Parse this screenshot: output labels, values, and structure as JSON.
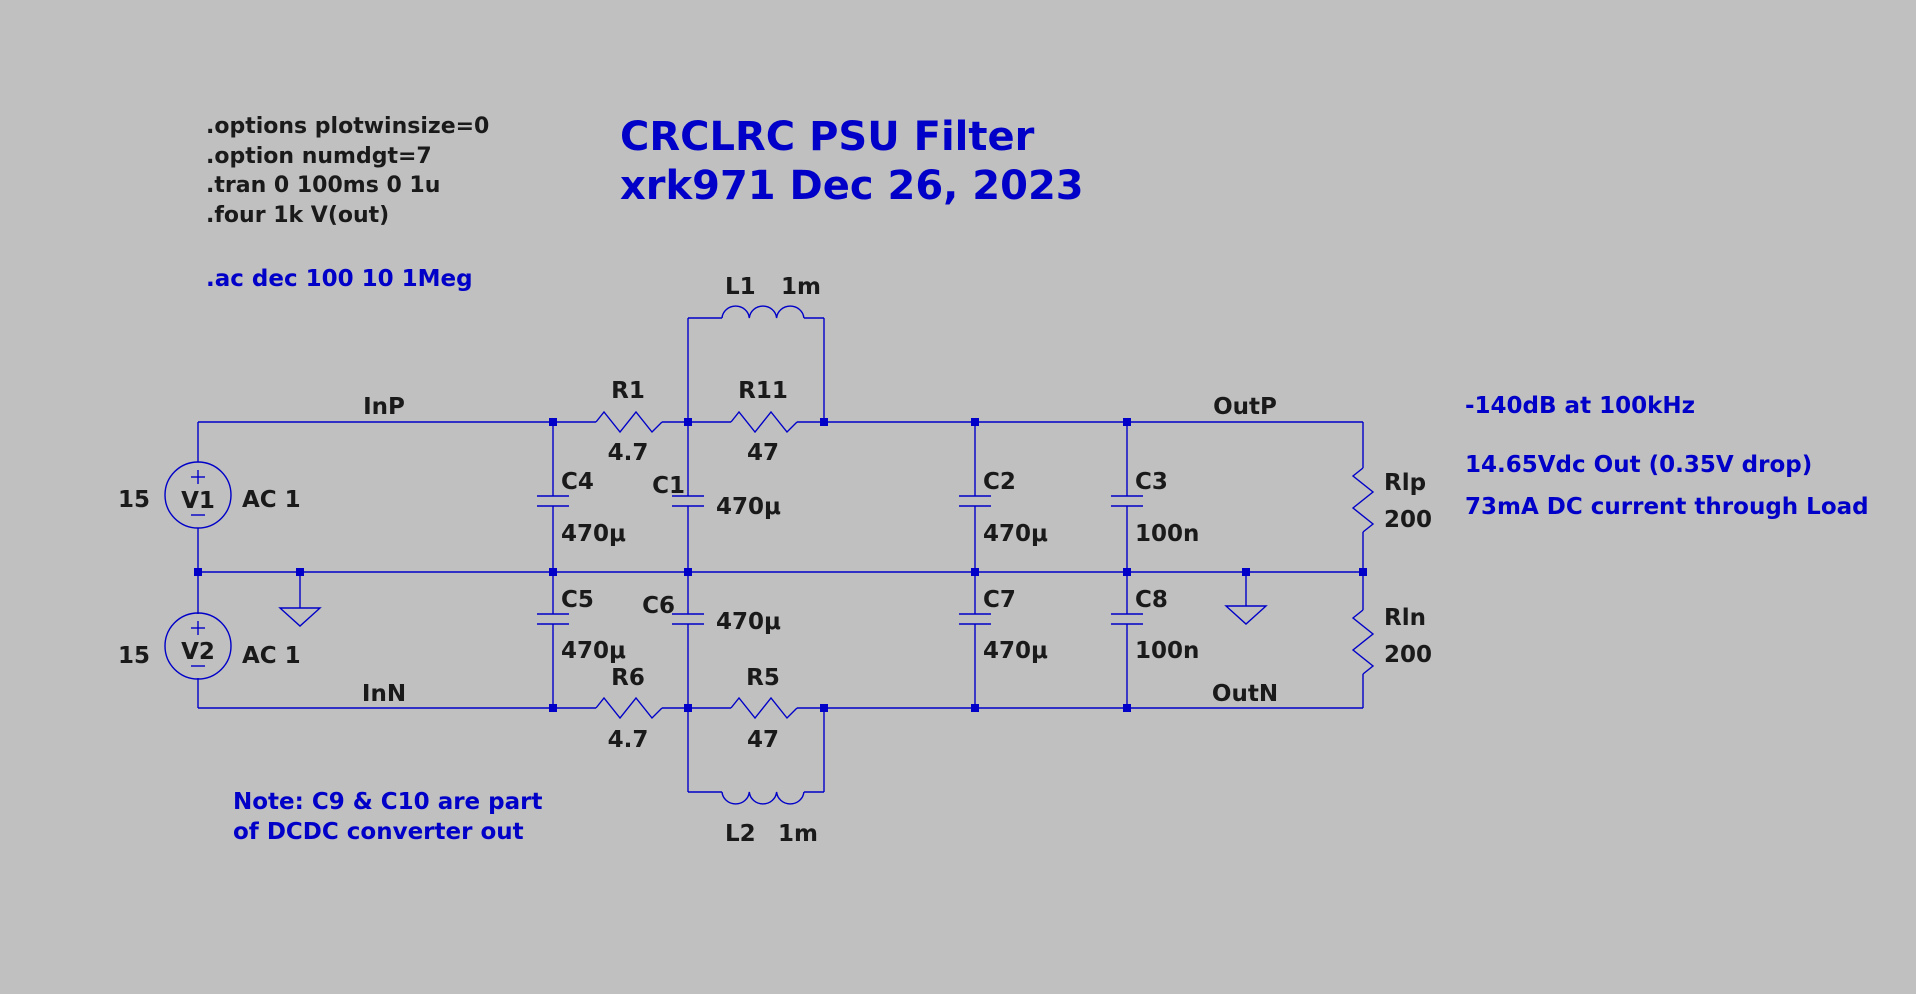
{
  "title": {
    "line1": "CRCLRC PSU Filter",
    "line2": "xrk971  Dec 26, 2023"
  },
  "directives": [
    ".options plotwinsize=0",
    ".option numdgt=7",
    ".tran 0 100ms 0 1u",
    ".four 1k V(out)"
  ],
  "ac_directive": ".ac dec 100 10 1Meg",
  "notes": {
    "attenuation": "-140dB at 100kHz",
    "vout": "14.65Vdc Out (0.35V drop)",
    "current": "73mA DC current through Load",
    "note_line1": "Note: C9 & C10 are part",
    "note_line2": "of DCDC converter out"
  },
  "nets": {
    "inp": "InP",
    "inn": "InN",
    "outp": "OutP",
    "outn": "OutN"
  },
  "components": {
    "v1": {
      "name": "V1",
      "value": "15",
      "ac": "AC 1"
    },
    "v2": {
      "name": "V2",
      "value": "15",
      "ac": "AC 1"
    },
    "r1": {
      "name": "R1",
      "value": "4.7"
    },
    "r11": {
      "name": "R11",
      "value": "47"
    },
    "r6": {
      "name": "R6",
      "value": "4.7"
    },
    "r5": {
      "name": "R5",
      "value": "47"
    },
    "l1": {
      "name": "L1",
      "value": "1m"
    },
    "l2": {
      "name": "L2",
      "value": "1m"
    },
    "c4": {
      "name": "C4",
      "value": "470μ"
    },
    "c1": {
      "name": "C1",
      "value": "470μ"
    },
    "c2": {
      "name": "C2",
      "value": "470μ"
    },
    "c3": {
      "name": "C3",
      "value": "100n"
    },
    "c5": {
      "name": "C5",
      "value": "470μ"
    },
    "c6": {
      "name": "C6",
      "value": "470μ"
    },
    "c7": {
      "name": "C7",
      "value": "470μ"
    },
    "c8": {
      "name": "C8",
      "value": "100n"
    },
    "rlp": {
      "name": "Rlp",
      "value": "200"
    },
    "rln": {
      "name": "Rln",
      "value": "200"
    }
  },
  "colors": {
    "background": "#c0c0c0",
    "wire": "#0000c8",
    "label": "#1a1a1a",
    "comment": "#0000c8"
  }
}
